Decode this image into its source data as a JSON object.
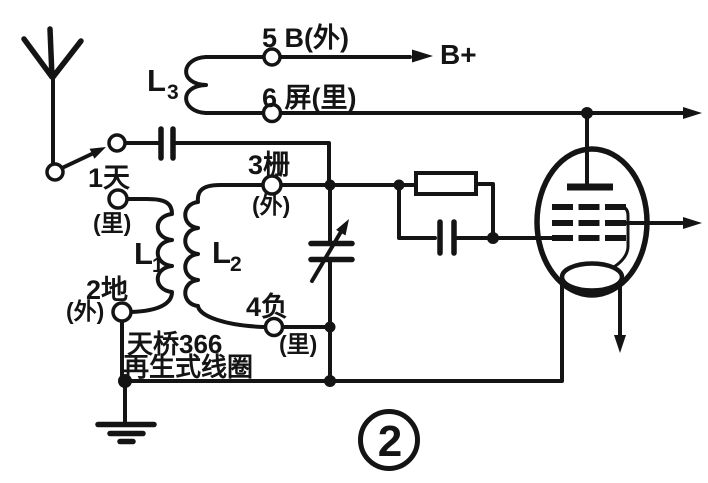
{
  "figure_label": "2",
  "colors": {
    "ink": "#141414",
    "paper": "#ffffff"
  },
  "labels": {
    "coil_l3": {
      "main": "L",
      "sub": "3"
    },
    "coil_l1": {
      "main": "L",
      "sub": "1"
    },
    "coil_l2": {
      "main": "L",
      "sub": "2"
    },
    "terminal5": "5 B(外)",
    "b_plus": "B+",
    "terminal6": "6 屏(里)",
    "terminal1": "1天",
    "terminal1_winding": "(里)",
    "terminal3": "3栅",
    "terminal3_winding": "(外)",
    "terminal2": "2地",
    "terminal2_winding": "(外)",
    "terminal4": "4负",
    "terminal4_winding": "(里)",
    "maker_line1": "天桥366",
    "maker_line2": "再生式线圈"
  },
  "icons": {
    "antenna": "three-prong antenna mast",
    "switch": "arrow arm between two open terminals",
    "ground": "three shrinking horizontal bars",
    "variable_capacitor": "capacitor with diagonal arrow",
    "vacuum_tube": "oval envelope, plate bar, three dashed grids, cathode loop",
    "figure_badge": "number in circle"
  }
}
